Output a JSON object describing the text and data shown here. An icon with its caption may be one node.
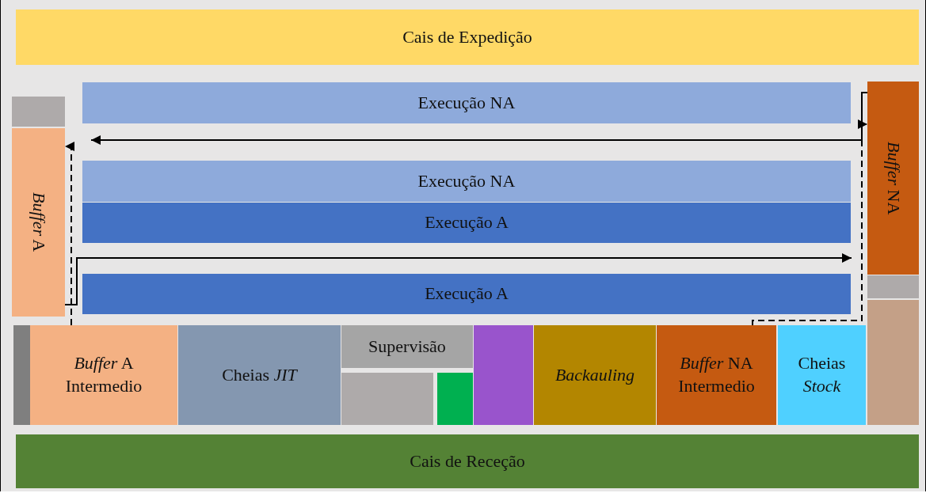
{
  "diagram": {
    "nodes": [
      {
        "text": [
          "Cais de Expedição"
        ]
      },
      {
        "text": [
          "Execução NA"
        ]
      },
      {
        "text": [],
        "shape": "box"
      },
      {
        "text": [
          "*Buffer* NA"
        ]
      },
      {
        "text": [
          "*Buffer* A"
        ]
      },
      {
        "text": [
          "Execução NA"
        ]
      },
      {
        "text": [
          "Execução A"
        ]
      },
      {
        "text": [],
        "shape": "box"
      },
      {
        "text": [
          "Execução A"
        ]
      },
      {
        "text": [],
        "shape": "box"
      },
      {
        "text": [],
        "shape": "box"
      },
      {
        "text": [
          "*Buffer* A Intermedio"
        ]
      },
      {
        "text": [
          "Cheias *JIT*"
        ]
      },
      {
        "text": [
          "Supervisão"
        ]
      },
      {
        "text": [],
        "shape": "box"
      },
      {
        "text": [],
        "shape": "box"
      },
      {
        "text": [],
        "shape": "box"
      },
      {
        "text": [
          "Backauling"
        ]
      },
      {
        "text": [
          "*Buffer* NA Intermedio"
        ]
      },
      {
        "text": [
          "Cheias *Stock*"
        ]
      },
      {
        "text": [
          "Cais de Receção"
        ]
      }
    ],
    "edges": [
      {
        "from": 3,
        "to": 1,
        "arrow": "to"
      },
      {
        "from": 18,
        "to": 3,
        "arrow": "to",
        "style": "dashed"
      },
      {
        "from": 4,
        "to": 3,
        "arrow": "to"
      },
      {
        "from": 11,
        "to": 4,
        "arrow": "to",
        "style": "dashed"
      }
    ]
  }
}
